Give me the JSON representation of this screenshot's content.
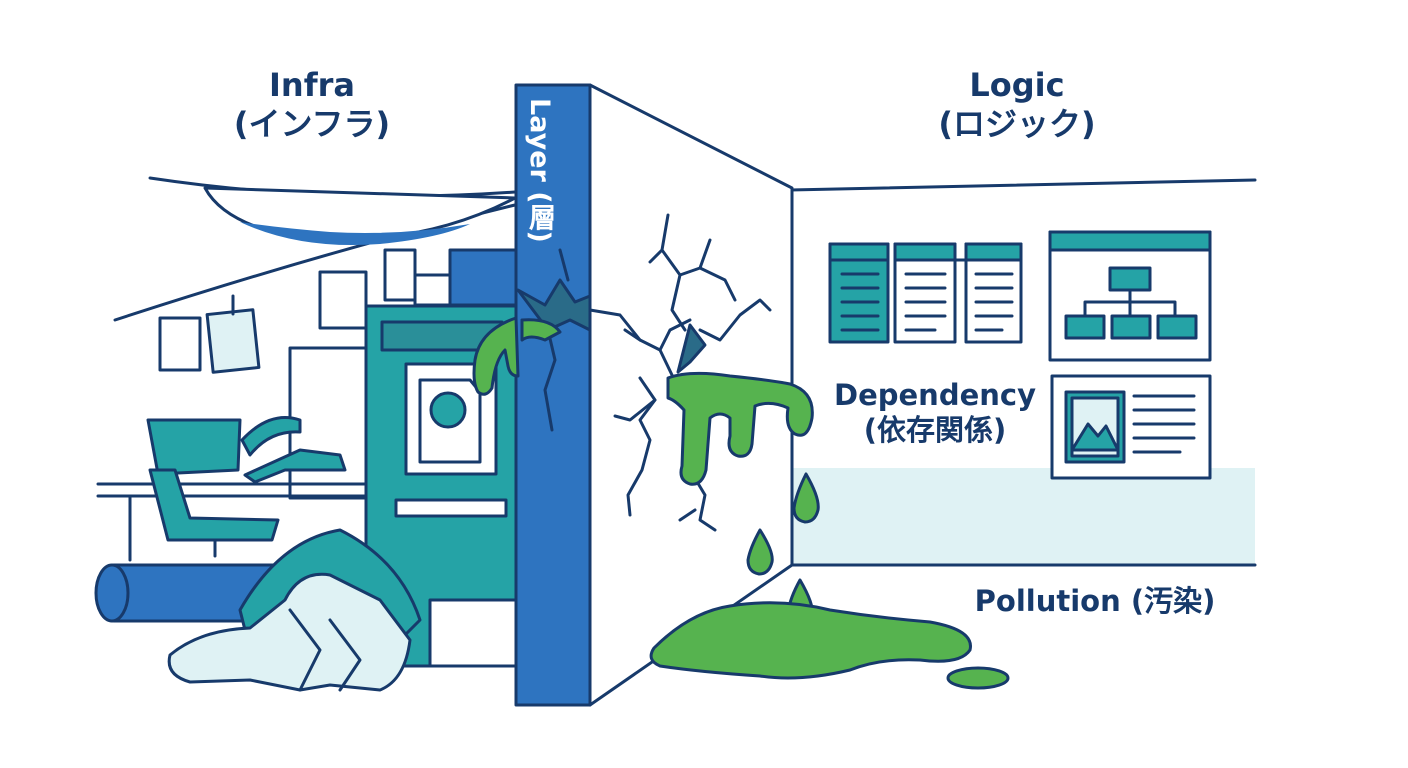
{
  "labels": {
    "infra": "Infra",
    "infra_sub": "(インフラ)",
    "logic": "Logic",
    "logic_sub": "(ロジック)",
    "layer": "Layer (層)",
    "dependency": "Dependency",
    "dependency_sub": "(依存関係)",
    "pollution": "Pollution (汚染)"
  },
  "colors": {
    "navy": "#173a6b",
    "blue": "#2e74c0",
    "teal": "#25a3a6",
    "light_teal": "#dff2f4",
    "slime_green": "#56b34f",
    "white": "#ffffff"
  },
  "icons": [
    "table-icon",
    "hierarchy-icon",
    "image-document-icon",
    "crack-icon",
    "slime-icon",
    "droplet-icon"
  ]
}
